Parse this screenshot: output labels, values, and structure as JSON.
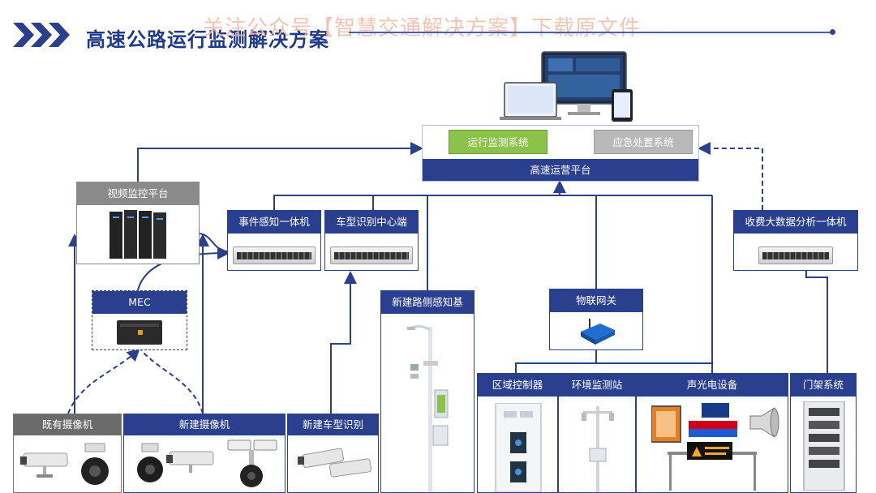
{
  "header": {
    "title": "高速公路运行监测解决方案",
    "watermark": "关注公众号【智慧交通解决方案】下载原文件"
  },
  "colors": {
    "primary": "#2b3f8f",
    "green": "#8bc34a",
    "gray": "#b9b9b9",
    "watermark": "#f2b9a6"
  },
  "platform": {
    "title": "高速运营平台",
    "systems": [
      "运行监测系统",
      "应急处置系统"
    ]
  },
  "nodes": {
    "video_platform": "视频监控平台",
    "event_sensing": "事件感知一体机",
    "vehicle_center": "车型识别中心端",
    "toll_analysis": "收费大数据分析一体机",
    "mec": "MEC",
    "roadside_base": "新建路侧感知基",
    "iot_gateway": "物联网关",
    "existing_camera": "既有摄像机",
    "new_camera": "新建摄像机",
    "new_vehicle_recog": "新建车型识别",
    "area_controller": "区域控制器",
    "env_station": "环境监测站",
    "sound_light": "声光电设备",
    "gantry": "门架系统"
  },
  "icons": [
    "monitor-icon",
    "server-rack-icon",
    "server-icon",
    "mec-box-icon",
    "gateway-router-icon",
    "box-camera-icon",
    "dome-camera-icon",
    "ptz-camera-icon",
    "road-pole-icon",
    "control-cabinet-icon",
    "weather-station-icon",
    "warning-board-icon",
    "loudspeaker-icon",
    "gantry-cabinet-icon"
  ]
}
